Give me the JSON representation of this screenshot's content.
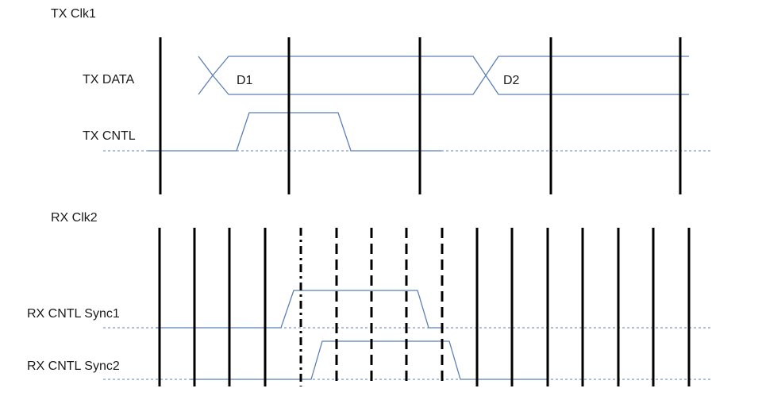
{
  "tx_section": {
    "clock_label": "TX Clk1",
    "data_label": "TX DATA",
    "cntl_label": "TX CNTL",
    "data_words": [
      "D1",
      "D2"
    ]
  },
  "rx_section": {
    "clock_label": "RX Clk2",
    "sync1_label": "RX CNTL Sync1",
    "sync2_label": "RX CNTL Sync2"
  },
  "colors": {
    "signal": "#5b7fb8",
    "clock": "#000000",
    "text": "#1a1a1a"
  }
}
